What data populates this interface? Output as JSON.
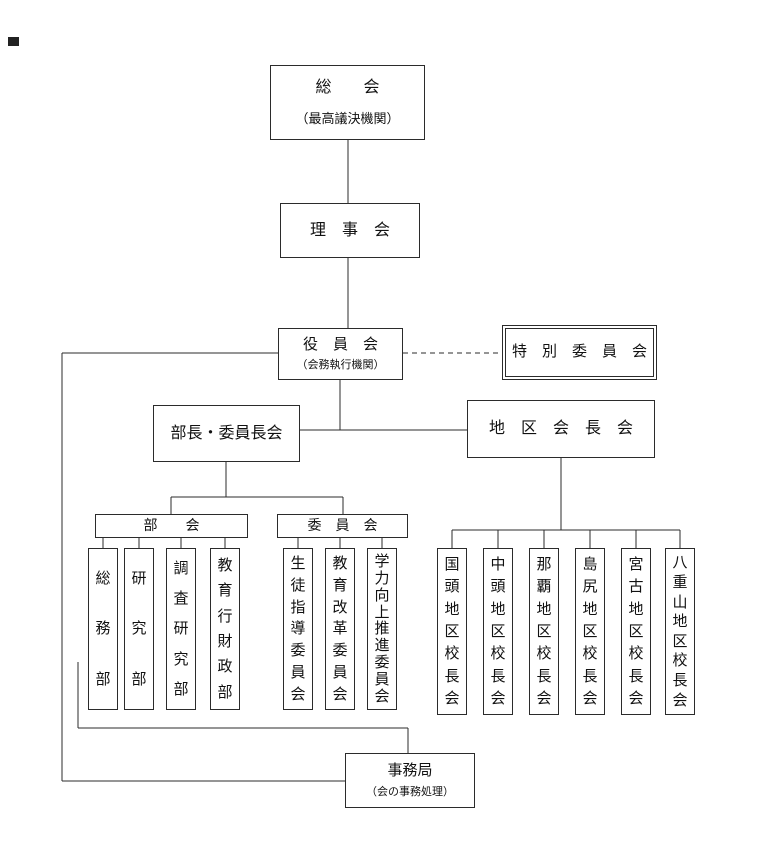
{
  "boxes": {
    "soukai": {
      "title": "総　　会",
      "subtitle": "（最高議決機関）"
    },
    "rijikai": {
      "title": "理　事　会"
    },
    "yakuinkai": {
      "title": "役　員　会",
      "subtitle": "（会務執行機関）"
    },
    "tokubetsu": {
      "title": "特　別　委　員　会"
    },
    "buchou": {
      "title": "部長・委員長会"
    },
    "chiku": {
      "title": "地　区　会　長　会"
    },
    "bukai": {
      "title": "部　　会"
    },
    "iinkai": {
      "title": "委　員　会"
    },
    "jimukyoku": {
      "title": "事務局",
      "subtitle": "（会の事務処理）"
    }
  },
  "columns": {
    "bukai": [
      "総務部",
      "研究部",
      "調査研究部",
      "教育行財政部"
    ],
    "iinkai": [
      "生徒指導委員会",
      "教育改革委員会",
      "学力向上推進委員会"
    ],
    "chiku": [
      "国頭地区校長会",
      "中頭地区校長会",
      "那覇地区校長会",
      "島尻地区校長会",
      "宮古地区校長会",
      "八重山地区校長会"
    ]
  },
  "colors": {
    "line": "#2b2b2b",
    "border": "#2b2b2b",
    "background": "#ffffff",
    "text": "#111111"
  }
}
